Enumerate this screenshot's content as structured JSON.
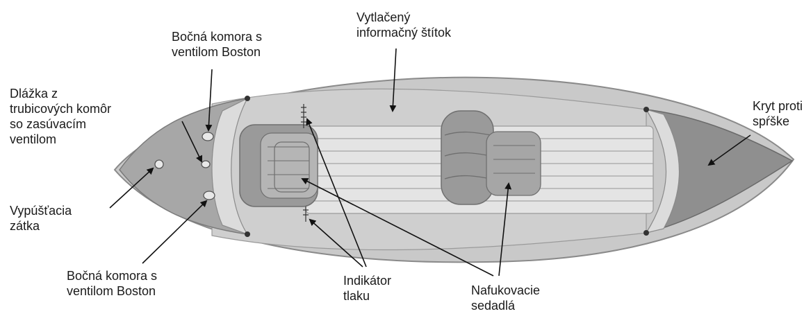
{
  "labels": {
    "side_chamber_top": {
      "lines": [
        "Bočná komora s",
        "ventilom Boston"
      ]
    },
    "printed_label": {
      "lines": [
        "Vytlačený",
        "informačný štítok"
      ]
    },
    "floor": {
      "lines": [
        "Dlážka z",
        "trubicových komôr",
        "so zasúvacím",
        "ventilom"
      ]
    },
    "spray_cover": {
      "lines": [
        "Kryt proti",
        "spŕške"
      ]
    },
    "drain_plug": {
      "lines": [
        "Vypúšťacia",
        "zátka"
      ]
    },
    "side_chamber_bottom": {
      "lines": [
        "Bočná komora s",
        "ventilom Boston"
      ]
    },
    "pressure_indicator": {
      "lines": [
        "Indikátor",
        "tlaku"
      ]
    },
    "inflatable_seats": {
      "lines": [
        "Nafukovacie",
        "sedadlá"
      ]
    }
  },
  "colors": {
    "hull": "#c9c9c9",
    "hull_stroke": "#8a8a8a",
    "floor": "#e4e4e4",
    "seat": "#9a9a9a",
    "seat_dark": "#6f6f6f",
    "leader_line": "#111111"
  }
}
